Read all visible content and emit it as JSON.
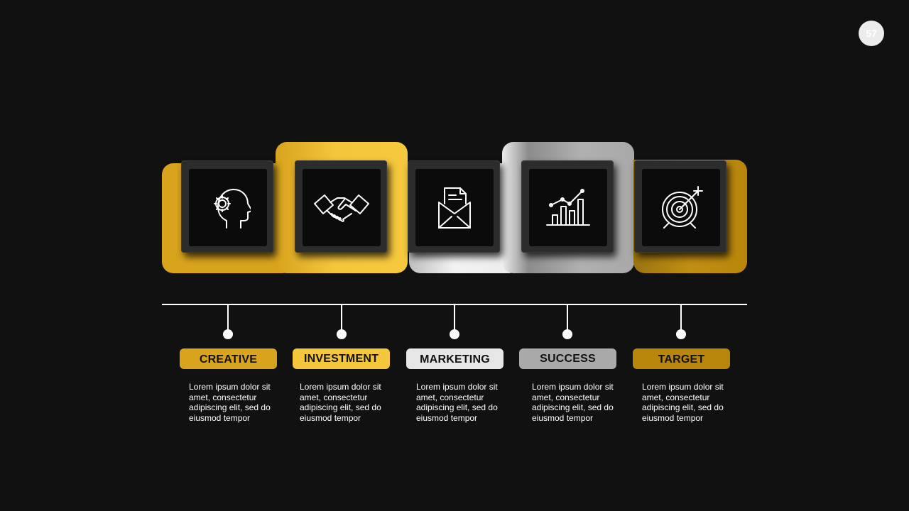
{
  "page_number": "57",
  "colors": {
    "background": "#111111",
    "gold": "#d8a31d",
    "light_gold": "#f4c63c",
    "light_gray": "#e6e6e6",
    "gray": "#a9a9a9",
    "dark_gold": "#b8860b"
  },
  "steps": [
    {
      "icon": "gear-head-icon",
      "label": "CREATIVE",
      "description": "Lorem ipsum dolor sit amet, consectetur adipiscing elit, sed do eiusmod tempor"
    },
    {
      "icon": "handshake-icon",
      "label": "INVESTMENT",
      "description": "Lorem ipsum dolor sit amet, consectetur adipiscing elit, sed do eiusmod tempor"
    },
    {
      "icon": "envelope-document-icon",
      "label": "MARKETING",
      "description": "Lorem ipsum dolor sit amet, consectetur adipiscing elit, sed do eiusmod tempor"
    },
    {
      "icon": "growth-chart-icon",
      "label": "SUCCESS",
      "description": "Lorem ipsum dolor sit amet, consectetur adipiscing elit, sed do eiusmod tempor"
    },
    {
      "icon": "target-icon",
      "label": "TARGET",
      "description": "Lorem ipsum dolor sit amet, consectetur adipiscing elit, sed do eiusmod tempor"
    }
  ]
}
